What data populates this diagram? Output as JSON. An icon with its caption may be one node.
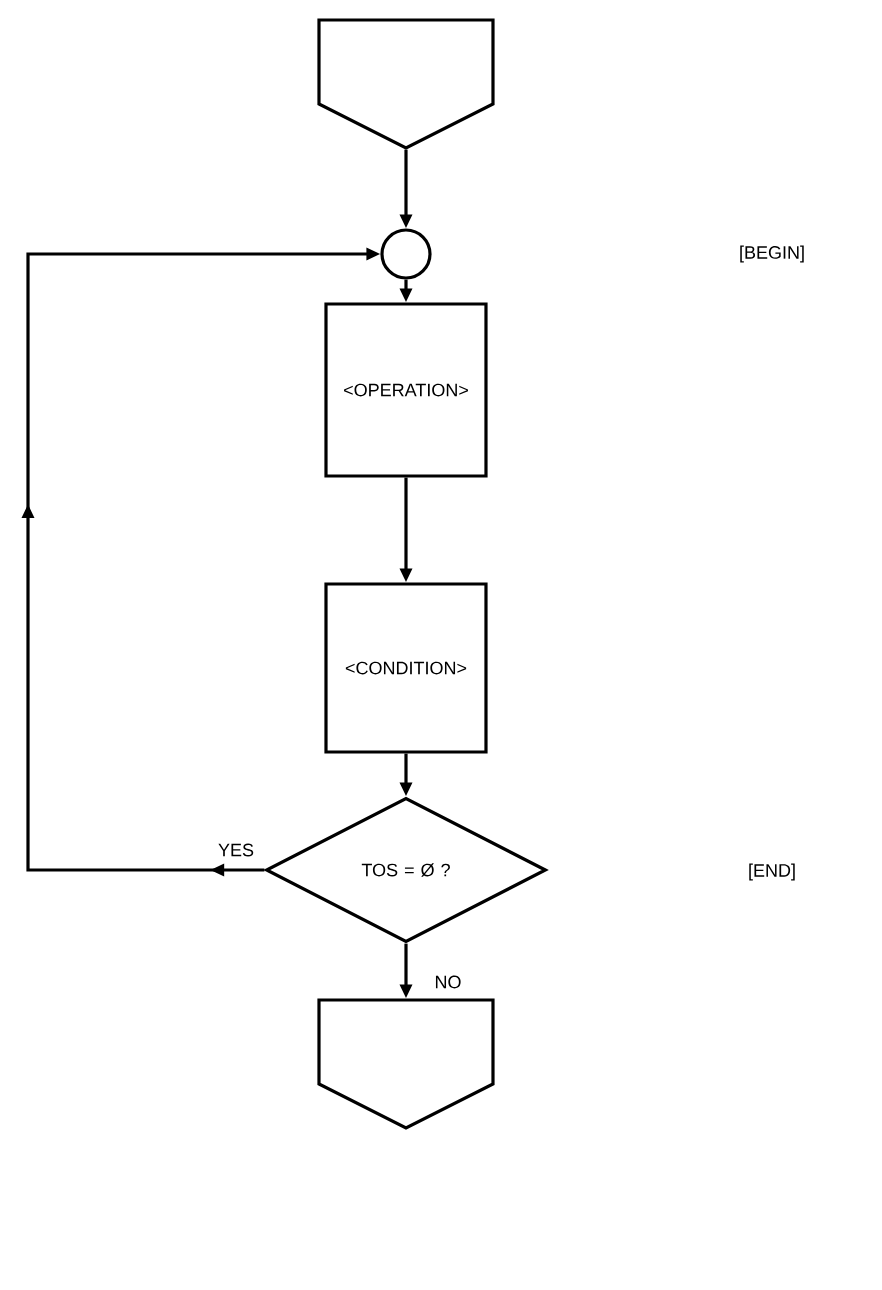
{
  "diagram": {
    "nodes": [
      {
        "text": [],
        "shape": "pentagon"
      },
      {
        "text": [],
        "shape": "circle"
      },
      {
        "text": [
          "<OPERATION>"
        ]
      },
      {
        "text": [
          "<CONDITION>"
        ]
      },
      {
        "text": [
          "TOS = Ø ?"
        ]
      },
      {
        "text": [],
        "shape": "pentagon"
      }
    ],
    "edges": [
      {
        "from": 0,
        "to": 1,
        "arrow": "to"
      },
      {
        "from": 1,
        "to": 2,
        "arrow": "to"
      },
      {
        "from": 2,
        "to": 3,
        "arrow": "to"
      },
      {
        "from": 3,
        "to": 4,
        "arrow": "to"
      },
      {
        "from": 4,
        "to": 5,
        "arrow": "to",
        "label": "NO"
      },
      {
        "from": 4,
        "to": 1,
        "arrow": "to",
        "label": "YES"
      }
    ],
    "labels": [
      "[BEGIN]",
      "[END]"
    ]
  }
}
